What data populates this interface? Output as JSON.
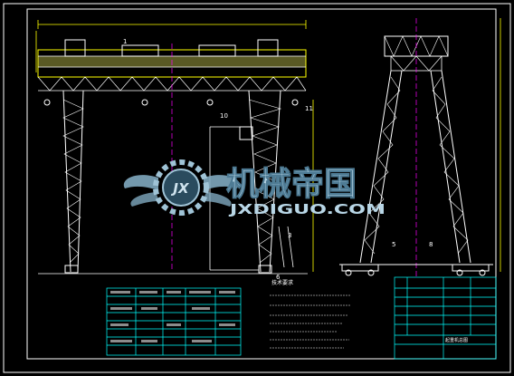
{
  "drawing": {
    "background": "#000000",
    "frame_color": "#ffffff",
    "line_colors": {
      "structure": "#ffffff",
      "dimension": "#ffff00",
      "center": "#ff00ff",
      "accent_cyan": "#00ffff",
      "accent_red": "#ff0000",
      "accent_green": "#00ff00"
    }
  },
  "callouts": {
    "c1": "1",
    "c10": "10",
    "c11": "11",
    "c3": "3",
    "c6": "6",
    "c5": "5",
    "c8": "8"
  },
  "notes": {
    "title": "技术要求"
  },
  "watermark": {
    "logo_letters": "JX",
    "brand_cn": "机械帝国",
    "url": "JXDIGUO.COM"
  },
  "title_block": {
    "label": "起重机总图"
  }
}
